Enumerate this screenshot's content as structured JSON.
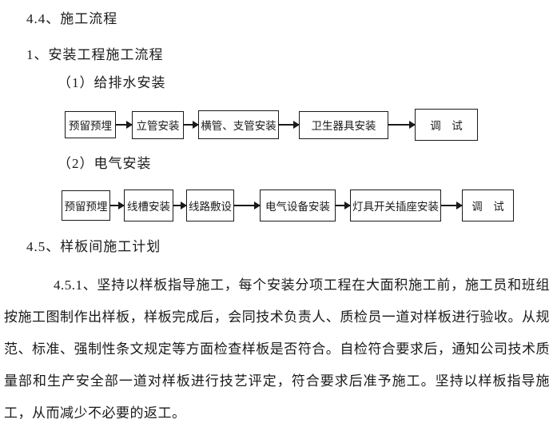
{
  "page": {
    "heading_44": "4.4、施工流程",
    "heading_1": "1、安装工程施工流程",
    "sub_1": "（1）给排水安装",
    "sub_2": "（2）电气安装",
    "heading_45": "4.5、样板间施工计划",
    "para_451": "4.5.1、坚持以样板指导施工，每个安装分项工程在大面积施工前，施工员和班组按施工图制作出样板，样板完成后，会同技术负责人、质检员一道对样板进行验收。从规范、标准、强制性条文规定等方面检查样板是否符合。自检符合要求后，通知公司技术质量部和生产安全部一道对样板进行技艺评定，符合要求后准予施工。坚持以样板指导施工，从而减少不必要的返工。"
  },
  "flowcharts": [
    {
      "steps": [
        "预留预埋",
        "立管安装",
        "横管、支管安装",
        "卫生器具安装",
        "调　试"
      ]
    },
    {
      "steps": [
        "预留预埋",
        "线槽安装",
        "线路敷设",
        "电气设备安装",
        "灯具开关插座安装",
        "调　试"
      ]
    }
  ],
  "colors": {
    "text": "#1a1a1a",
    "background": "#ffffff",
    "box_border": "#1a1a1a"
  }
}
